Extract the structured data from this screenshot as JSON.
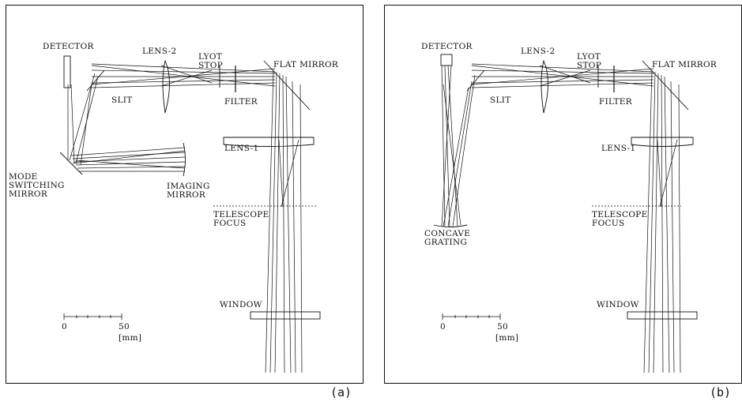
{
  "panels": [
    {
      "id": "a",
      "caption": "(a)",
      "labels": {
        "detector": "DETECTOR",
        "lens2": "LENS-2",
        "lyot_stop": "LYOT\nSTOP",
        "flat_mirror": "FLAT MIRROR",
        "slit": "SLIT",
        "filter": "FILTER",
        "lens1": "LENS-1",
        "mode_switching_mirror": "MODE\nSWITCHING\nMIRROR",
        "imaging_mirror": "IMAGING\nMIRROR",
        "telescope_focus": "TELESCOPE\nFOCUS",
        "window": "WINDOW"
      },
      "scale": {
        "tick0": "0",
        "tick50": "50",
        "unit": "[mm]"
      }
    },
    {
      "id": "b",
      "caption": "(b)",
      "labels": {
        "detector": "DETECTOR",
        "lens2": "LENS-2",
        "lyot_stop": "LYOT\nSTOP",
        "flat_mirror": "FLAT MIRROR",
        "slit": "SLIT",
        "filter": "FILTER",
        "lens1": "LENS-1",
        "concave_grating": "CONCAVE\nGRATING",
        "telescope_focus": "TELESCOPE\nFOCUS",
        "window": "WINDOW"
      },
      "scale": {
        "tick0": "0",
        "tick50": "50",
        "unit": "[mm]"
      }
    }
  ],
  "line_color": "#111111"
}
